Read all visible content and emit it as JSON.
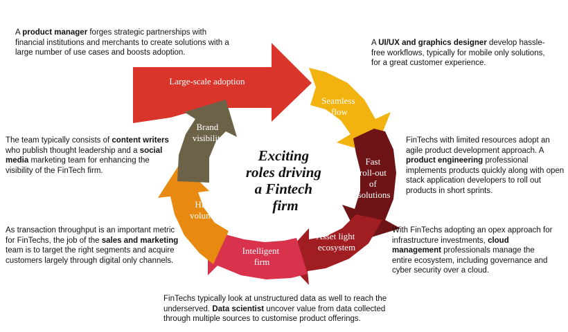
{
  "center_title": [
    "Exciting",
    "roles driving",
    "a Fintech",
    "firm"
  ],
  "segments": [
    {
      "id": "adoption",
      "label": [
        "Large-scale adoption"
      ],
      "color": "#d9352b"
    },
    {
      "id": "seamless",
      "label": [
        "Seamless",
        "flow"
      ],
      "color": "#f2b20f"
    },
    {
      "id": "rollout",
      "label": [
        "Fast",
        "roll-out",
        "of",
        "solutions"
      ],
      "color": "#6e1417"
    },
    {
      "id": "asset",
      "label": [
        "Asset light",
        "ecosystem"
      ],
      "color": "#a01d22"
    },
    {
      "id": "intelligent",
      "label": [
        "Intelligent",
        "firm"
      ],
      "color": "#d8324c"
    },
    {
      "id": "volumes",
      "label": [
        "High",
        "volumes"
      ],
      "color": "#e88a12"
    },
    {
      "id": "brand",
      "label": [
        "Brand",
        "visibility"
      ],
      "color": "#6b6248"
    }
  ],
  "descriptions": {
    "product_manager": [
      {
        "t": "A "
      },
      {
        "t": "product manager",
        "b": true
      },
      {
        "t": " forges strategic partnerships with financial institutions and merchants to create solutions with a large number of  use cases and boosts adoption."
      }
    ],
    "ui_ux": [
      {
        "t": "A "
      },
      {
        "t": "UI/UX and graphics designer",
        "b": true
      },
      {
        "t": " develop hassle-free workflows, typically for mobile only solutions, for a great customer experience."
      }
    ],
    "product_engineering": [
      {
        "t": "FinTechs with limited resources adopt an agile product development approach. A "
      },
      {
        "t": "product engineering",
        "b": true
      },
      {
        "t": " professional implements products quickly along with open stack application developers to roll out products in short sprints."
      }
    ],
    "cloud": [
      {
        "t": "With FinTechs adopting an opex approach for infrastructure investments, "
      },
      {
        "t": "cloud management",
        "b": true
      },
      {
        "t": " professionals manage the entire ecosystem, including governance and cyber security over a cloud."
      }
    ],
    "data_scientist": [
      {
        "t": "FinTechs typically look at unstructured data as well to reach the underserved. "
      },
      {
        "t": "Data scientist",
        "b": true
      },
      {
        "t": " uncover value from data collected through multiple sources to customise product offerings."
      }
    ],
    "sales": [
      {
        "t": "As transaction throughput is an important metric for FinTechs, the job of the "
      },
      {
        "t": "sales and marketing",
        "b": true
      },
      {
        "t": " team is to target the right segments and acquire customers largely through digital only channels."
      }
    ],
    "content": [
      {
        "t": "The team typically consists of "
      },
      {
        "t": "content writers",
        "b": true
      },
      {
        "t": " who publish thought leadership and a "
      },
      {
        "t": "social media",
        "b": true
      },
      {
        "t": " marketing team for enhancing the visibility of the FinTech firm."
      }
    ]
  }
}
